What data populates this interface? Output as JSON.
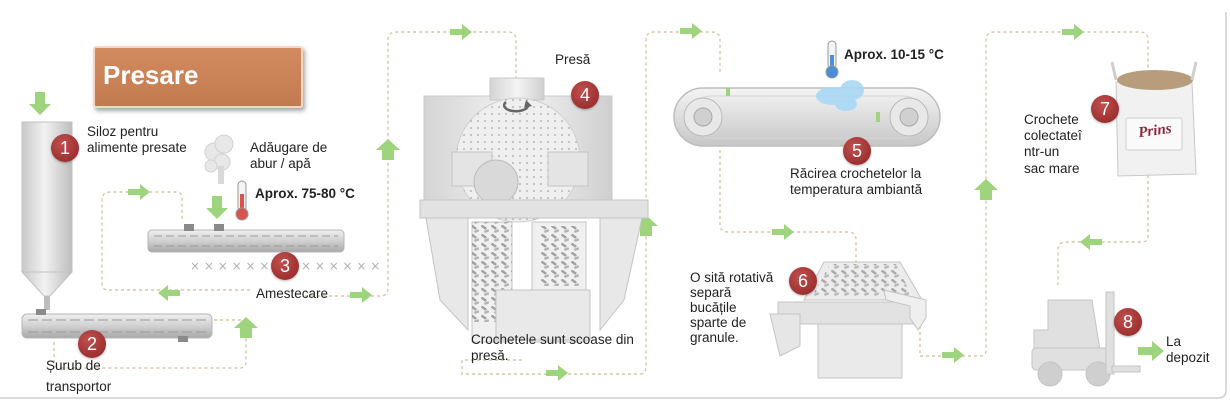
{
  "title": "Presare",
  "colors": {
    "arrow_green": "#9fd47f",
    "badge_red": "#a83331",
    "title_orange": "#c9825a",
    "machine_gray": "#d9d9d9",
    "dotted_line": "#d8c8a8"
  },
  "steps": [
    {
      "number": "1",
      "label_lines": [
        "Siloz pentru",
        "alimente presate"
      ]
    },
    {
      "number": "2",
      "label_lines": [
        "Șurub de",
        "transportor"
      ]
    },
    {
      "number": "3",
      "label_lines": [
        "Amestecare"
      ]
    },
    {
      "number": "4",
      "label_lines": [
        "Presă"
      ]
    },
    {
      "number": "5",
      "label_lines": [
        "Răcirea crochetelor la",
        "temperatura ambiantă"
      ]
    },
    {
      "number": "6",
      "label_lines": [
        "O sită rotativă",
        "separă",
        "bucățile",
        "sparte de",
        "granule."
      ]
    },
    {
      "number": "7",
      "label_lines": [
        "Crochete",
        "colectateî",
        "ntr-un",
        "sac mare"
      ]
    },
    {
      "number": "8",
      "label_lines": [
        "La",
        "depozit"
      ]
    }
  ],
  "annotations": {
    "steam": [
      "Adăugare de",
      "abur / apă"
    ],
    "temp_mixing": "Aprox. 75-80 °C",
    "temp_cooling": "Aprox. 10-15 °C",
    "press_output": [
      "Crochetele sunt scoase din",
      "presă."
    ]
  },
  "bag_logo": "Prins",
  "icons": [
    "thermometer-icon",
    "steam-cloud-icon",
    "cold-air-icon",
    "forklift-icon",
    "big-bag-icon",
    "rotate-arrow-icon"
  ]
}
